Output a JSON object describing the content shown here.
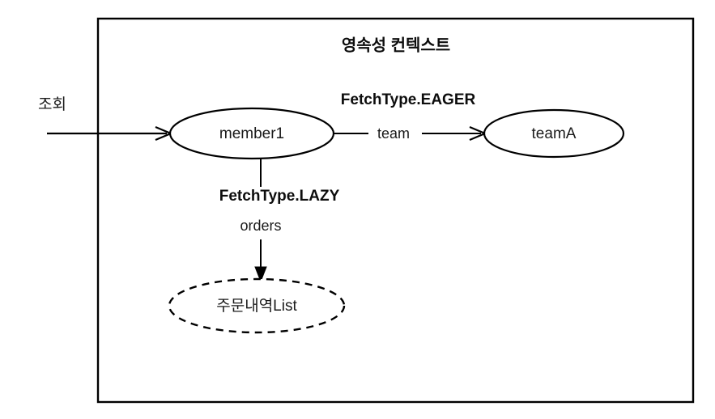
{
  "diagram": {
    "title": "영속성 컨텍스트",
    "outer_label": "조회",
    "nodes": {
      "member": {
        "label": "member1",
        "style": "solid-ellipse"
      },
      "team": {
        "label": "teamA",
        "style": "solid-ellipse"
      },
      "orders": {
        "label": "주문내역List",
        "style": "dashed-ellipse"
      }
    },
    "edges": {
      "eager": {
        "fetch_type": "FetchType.EAGER",
        "field": "team"
      },
      "lazy": {
        "fetch_type": "FetchType.LAZY",
        "field": "orders"
      }
    },
    "colors": {
      "stroke": "#000000",
      "text": "#1a1a1a",
      "background": "#ffffff"
    }
  }
}
